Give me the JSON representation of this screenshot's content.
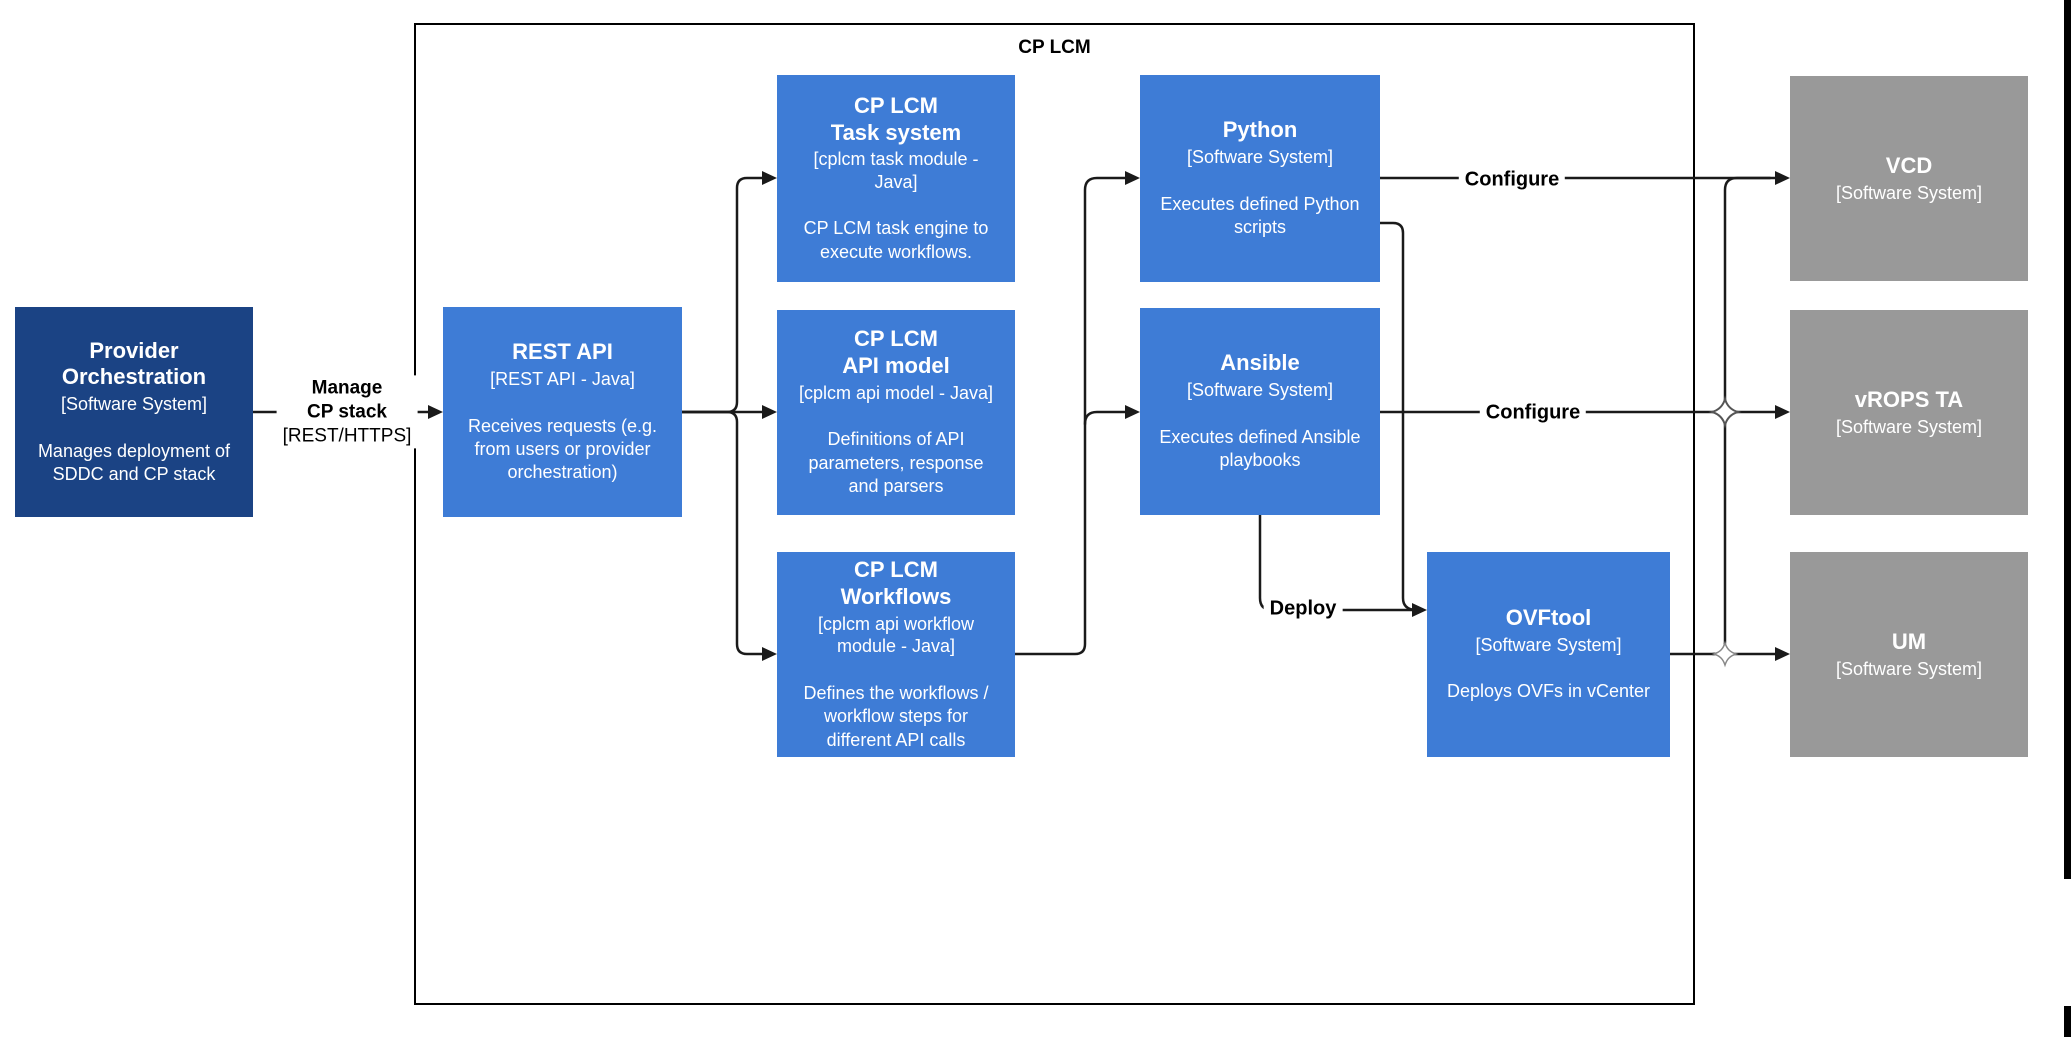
{
  "diagram_type": "c4-software-architecture",
  "colors": {
    "container_blue": "#3e7cd6",
    "external_navy": "#1b4384",
    "external_gray": "#999999",
    "line": "#1a1a1a",
    "text_on_node": "#ffffff",
    "label_text": "#000000"
  },
  "boundary": {
    "label": "CP LCM"
  },
  "nodes": {
    "provider": {
      "title": "Provider Orchestration",
      "subtitle": "[Software System]",
      "description": "Manages deployment of SDDC and CP stack"
    },
    "rest_api": {
      "title": "REST API",
      "subtitle": "[REST API - Java]",
      "description": "Receives requests (e.g. from users or provider orchestration)"
    },
    "task_system": {
      "title": "CP LCM",
      "title2": "Task system",
      "subtitle": "[cplcm task module - Java]",
      "description": "CP LCM task engine to execute workflows."
    },
    "api_model": {
      "title": "CP LCM",
      "title2": "API model",
      "subtitle": "[cplcm api model - Java]",
      "description": "Definitions of API parameters, response and parsers"
    },
    "workflows": {
      "title": "CP LCM",
      "title2": "Workflows",
      "subtitle": "[cplcm api workflow module - Java]",
      "description": "Defines the workflows / workflow steps for different API calls"
    },
    "python": {
      "title": "Python",
      "subtitle": "[Software System]",
      "description": "Executes defined Python scripts"
    },
    "ansible": {
      "title": "Ansible",
      "subtitle": "[Software System]",
      "description": "Executes defined Ansible playbooks"
    },
    "ovftool": {
      "title": "OVFtool",
      "subtitle": "[Software System]",
      "description": "Deploys OVFs in vCenter"
    },
    "vcd": {
      "title": "VCD",
      "subtitle": "[Software System]"
    },
    "vrops_ta": {
      "title": "vROPS TA",
      "subtitle": "[Software System]"
    },
    "um": {
      "title": "UM",
      "subtitle": "[Software System]"
    }
  },
  "edges": {
    "manage": {
      "line1": "Manage",
      "line2": "CP stack",
      "line3": "[REST/HTTPS]"
    },
    "configure_vcd": {
      "label": "Configure"
    },
    "configure_vrops": {
      "label": "Configure"
    },
    "deploy": {
      "label": "Deploy"
    }
  }
}
